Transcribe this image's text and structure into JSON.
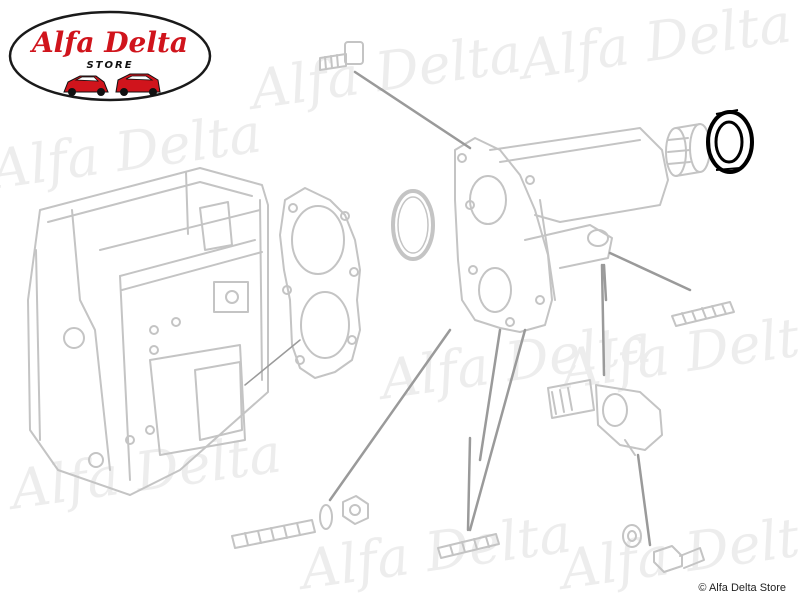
{
  "logo": {
    "brand_text": "Alfa Delta",
    "sub_text": "STORE"
  },
  "watermark_text": "Alfa Delta",
  "copyright": "© Alfa Delta Store",
  "colors": {
    "line": "#c9c9c9",
    "line_dark": "#8a8a8a",
    "highlight": "#000000",
    "logo_red": "#d0141c"
  }
}
